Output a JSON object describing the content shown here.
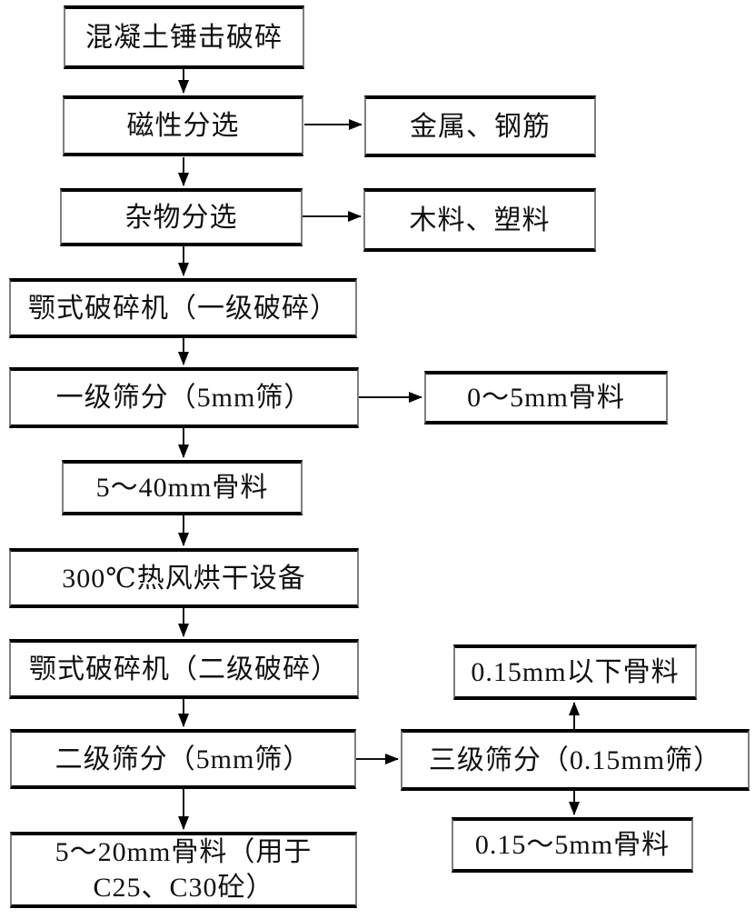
{
  "diagram": {
    "nodes": {
      "crush": {
        "label": "混凝土锤击破碎"
      },
      "magnetic": {
        "label": "磁性分选"
      },
      "metal": {
        "label": "金属、钢筋"
      },
      "impurity": {
        "label": "杂物分选"
      },
      "wood": {
        "label": "木料、塑料"
      },
      "jaw_primary": {
        "label": "颚式破碎机（一级破碎）"
      },
      "sieve_primary": {
        "label": "一级筛分（5mm筛）"
      },
      "agg_0_5": {
        "label": "0～5mm骨料"
      },
      "agg_5_40": {
        "label": "5～40mm骨料"
      },
      "dryer": {
        "label": "300℃热风烘干设备"
      },
      "jaw_secondary": {
        "label": "颚式破碎机（二级破碎）"
      },
      "agg_below_015": {
        "label": "0.15mm以下骨料"
      },
      "sieve_secondary": {
        "label": "二级筛分（5mm筛）"
      },
      "sieve_tertiary": {
        "label": "三级筛分（0.15mm筛）"
      },
      "agg_5_20": {
        "label": "5～20mm骨料（用于\nC25、C30砼）"
      },
      "agg_015_5": {
        "label": "0.15～5mm骨料"
      }
    },
    "edges": [
      {
        "from": "crush",
        "to": "magnetic"
      },
      {
        "from": "magnetic",
        "to": "metal"
      },
      {
        "from": "magnetic",
        "to": "impurity"
      },
      {
        "from": "impurity",
        "to": "wood"
      },
      {
        "from": "impurity",
        "to": "jaw_primary"
      },
      {
        "from": "jaw_primary",
        "to": "sieve_primary"
      },
      {
        "from": "sieve_primary",
        "to": "agg_0_5"
      },
      {
        "from": "sieve_primary",
        "to": "agg_5_40"
      },
      {
        "from": "agg_5_40",
        "to": "dryer"
      },
      {
        "from": "dryer",
        "to": "jaw_secondary"
      },
      {
        "from": "jaw_secondary",
        "to": "sieve_secondary"
      },
      {
        "from": "sieve_secondary",
        "to": "sieve_tertiary"
      },
      {
        "from": "sieve_secondary",
        "to": "agg_5_20"
      },
      {
        "from": "sieve_tertiary",
        "to": "agg_below_015"
      },
      {
        "from": "sieve_tertiary",
        "to": "agg_015_5"
      }
    ],
    "colors": {
      "box_border_top_bottom": "#000000",
      "box_border_sides": "#7f7f7f",
      "box_background": "#ffffff",
      "text": "#111111",
      "arrow": "#000000"
    }
  }
}
